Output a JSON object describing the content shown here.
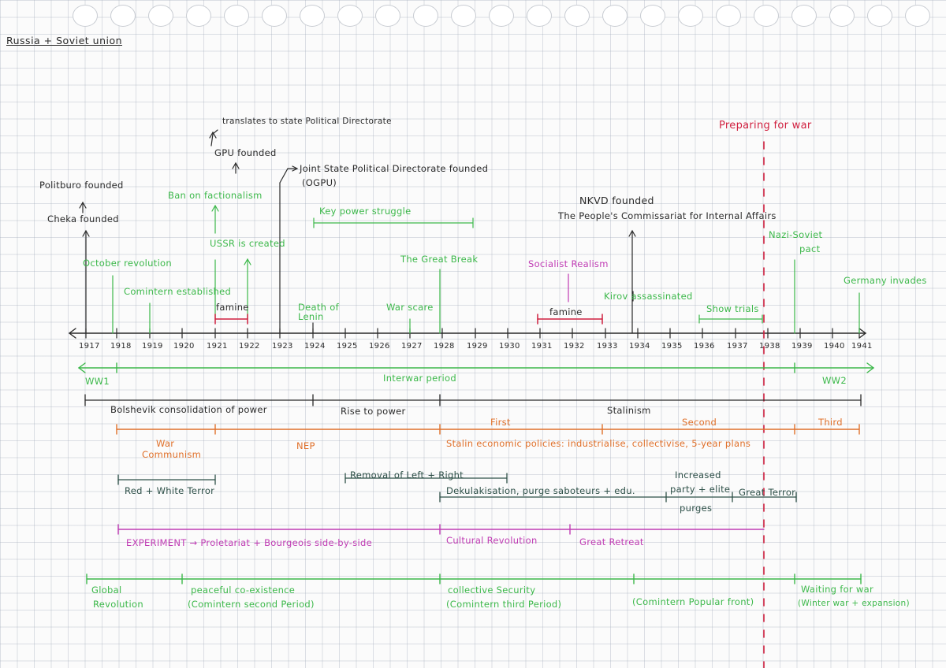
{
  "title": "Russia + Soviet union",
  "colors": {
    "ink": "#2a2a2a",
    "green": "#3cb84a",
    "red": "#d0203f",
    "orange": "#e0702a",
    "magenta": "#c03cb4",
    "grid": "#a0aab9"
  },
  "years": [
    "1917",
    "1918",
    "1919",
    "1920",
    "1921",
    "1922",
    "1923",
    "1924",
    "1925",
    "1926",
    "1927",
    "1928",
    "1929",
    "1930",
    "1931",
    "1932",
    "1933",
    "1934",
    "1935",
    "1936",
    "1937",
    "1938",
    "1939",
    "1940",
    "1941"
  ],
  "events_above": {
    "politburo": "Politburo founded",
    "cheka": "Cheka founded",
    "october_revolution": "October revolution",
    "comintern_established": "Comintern established",
    "gpu_founded": "GPU founded",
    "translates": "translates to state Political Directorate",
    "ban_factionalism": "Ban on factionalism",
    "ussr_created": "USSR is created",
    "famine_1921": "famine",
    "ogpu_line1": "Joint State Political Directorate founded",
    "ogpu_line2": "(OGPU)",
    "death_lenin_1": "Death of",
    "death_lenin_2": "Lenin",
    "key_power_struggle": "Key power struggle",
    "war_scare": "War scare",
    "great_break": "The Great Break",
    "socialist_realism": "Socialist Realism",
    "famine_1932": "famine",
    "nkvd_founded": "NKVD founded",
    "nkvd_full": "The People's Commissariat for Internal Affairs",
    "kirov": "Kirov assassinated",
    "show_trials": "Show trials",
    "preparing_war": "Preparing for war",
    "nazi_soviet_1": "Nazi-Soviet",
    "nazi_soviet_2": "pact",
    "germany_invades": "Germany invades"
  },
  "periods": {
    "ww1": "WW1",
    "interwar": "Interwar period",
    "ww2": "WW2",
    "bolshevik": "Bolshevik consolidation of power",
    "rise_power": "Rise to power",
    "stalinism": "Stalinism",
    "first": "First",
    "second": "Second",
    "third": "Third",
    "war_communism_1": "War",
    "war_communism_2": "Communism",
    "nep": "NEP",
    "stalin_econ": "Stalin economic policies: industrialise, collectivise, 5-year plans",
    "red_white": "Red + White Terror",
    "removal_left_right": "Removal of Left + Right",
    "dekulakisation": "Dekulakisation, purge saboteurs + edu.",
    "increased_1": "Increased",
    "increased_2": "party + elite",
    "increased_3": "purges",
    "great_terror": "Great Terror",
    "experiment": "EXPERIMENT → Proletariat + Bourgeois side-by-side",
    "cultural_revolution": "Cultural Revolution",
    "great_retreat": "Great Retreat",
    "global_rev_1": "Global",
    "global_rev_2": "Revolution",
    "peaceful_1": "peaceful co-existence",
    "peaceful_2": "(Comintern second Period)",
    "collective_1": "collective Security",
    "collective_2": "(Comintern third Period)",
    "popular_front": "(Comintern Popular front)",
    "waiting_1": "Waiting for war",
    "waiting_2": "(Winter war + expansion)"
  }
}
